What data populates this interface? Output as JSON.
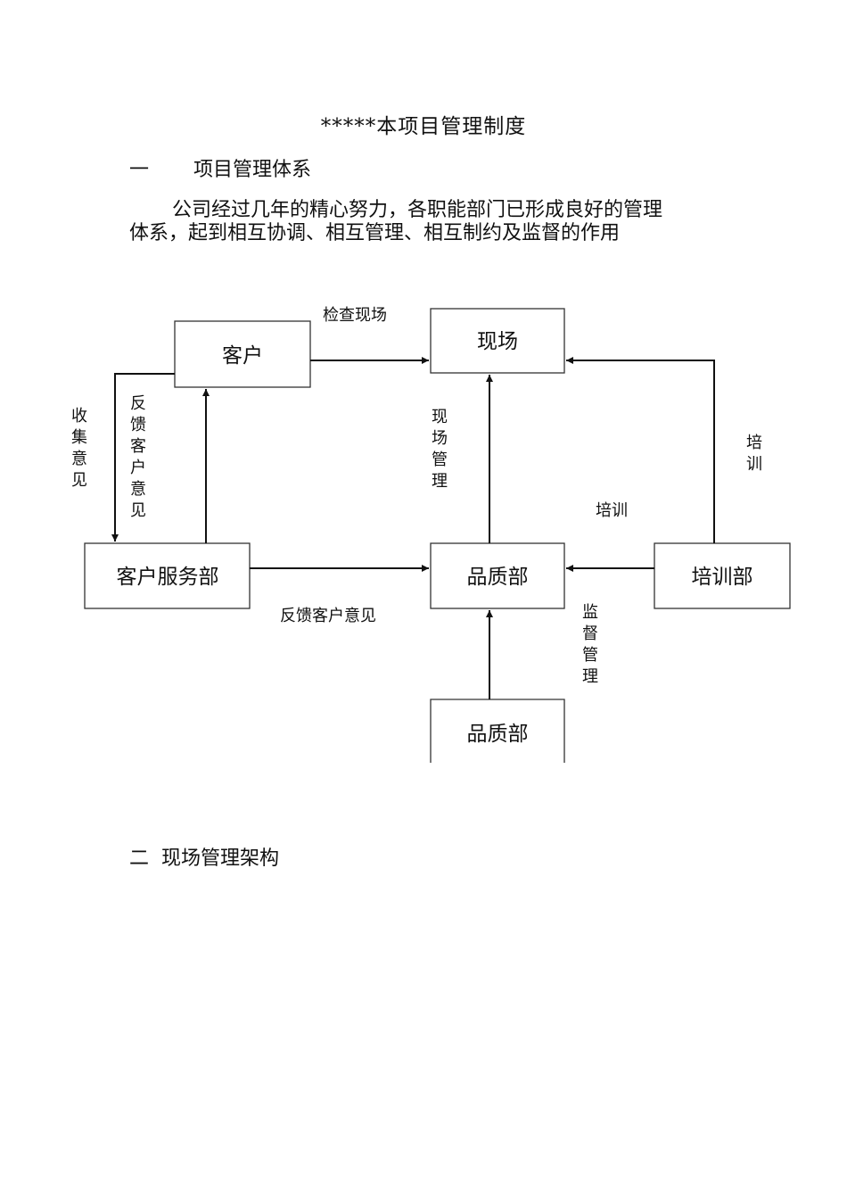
{
  "title": "*****本项目管理制度",
  "section1": {
    "number": "一",
    "heading": "项目管理体系"
  },
  "paragraph": {
    "line1": "公司经过几年的精心努力，各职能部门已形成良好的管理",
    "line2": "体系，起到相互协调、相互管理、相互制约及监督的作用"
  },
  "diagram": {
    "nodes": {
      "customer": "客户",
      "site": "现场",
      "customer_service": "客户服务部",
      "quality": "品质部",
      "training": "培训部",
      "quality_bottom": "品质部"
    },
    "edge_labels": {
      "inspect_site": "检查现场",
      "collect_opinions": [
        "收",
        "集",
        "意",
        "见"
      ],
      "feedback_opinions_vertical": [
        "反",
        "馈",
        "客",
        "户",
        "意",
        "见"
      ],
      "site_management": [
        "现",
        "场",
        "管",
        "理"
      ],
      "training_vertical": [
        "培",
        "训"
      ],
      "training_horizontal": "培训",
      "feedback_opinions_horizontal": "反馈客户意见",
      "supervision": [
        "监",
        "督",
        "管",
        "理"
      ]
    }
  },
  "section2": {
    "number": "二",
    "heading": "现场管理架构"
  }
}
